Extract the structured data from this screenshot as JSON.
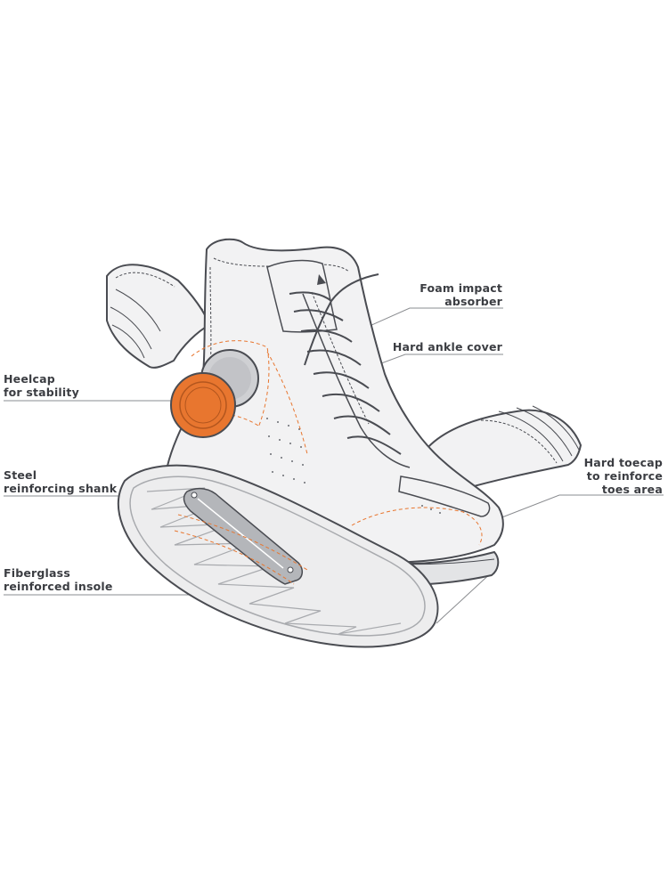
{
  "labels": {
    "foam": {
      "line1": "Foam impact",
      "line2": "absorber"
    },
    "ankle": {
      "line1": "Hard ankle cover"
    },
    "heelcap": {
      "line1": "Heelcap",
      "line2": "for stability"
    },
    "shank": {
      "line1": "Steel",
      "line2": "reinforcing shank"
    },
    "toecap": {
      "line1": "Hard toecap",
      "line2": "to reinforce",
      "line3": "toes area"
    },
    "insole": {
      "line1": "Fiberglass",
      "line2": "reinforced insole"
    }
  },
  "colors": {
    "outline": "#4a4c52",
    "fill": "#f2f2f3",
    "fill_dark": "#e3e4e6",
    "accent": "#e8762f",
    "leader": "#8a8c90",
    "shank": "#8e9196"
  }
}
